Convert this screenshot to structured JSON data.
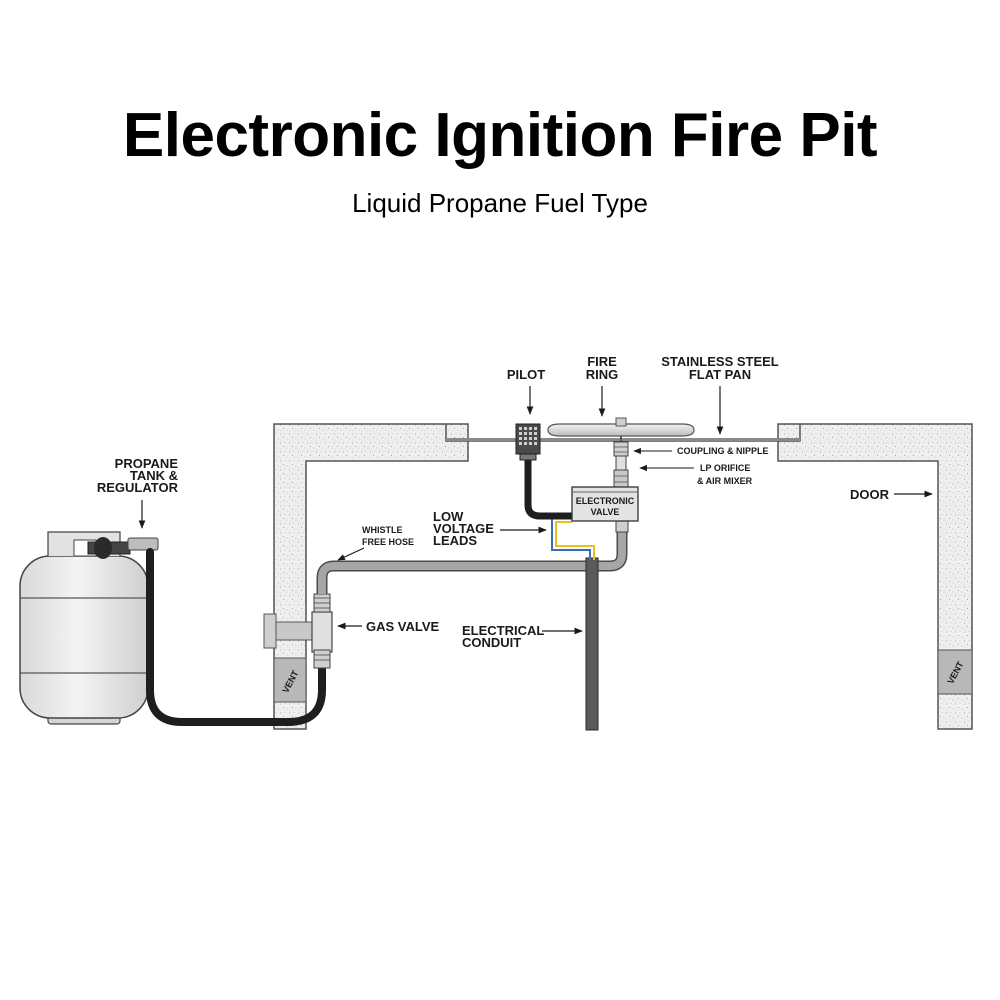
{
  "title": "Electronic Ignition Fire Pit",
  "subtitle": "Liquid Propane Fuel Type",
  "labels": {
    "pilot": "PILOT",
    "fire_ring": [
      "FIRE",
      "RING"
    ],
    "flat_pan": [
      "STAINLESS STEEL",
      "FLAT PAN"
    ],
    "coupling": "COUPLING & NIPPLE",
    "lp_orifice": [
      "LP ORIFICE",
      "& AIR MIXER"
    ],
    "electronic_valve": [
      "ELECTRONIC",
      "VALVE"
    ],
    "low_voltage": [
      "LOW",
      "VOLTAGE",
      "LEADS"
    ],
    "whistle_hose": [
      "WHISTLE",
      "FREE HOSE"
    ],
    "propane_tank": [
      "PROPANE",
      "TANK &",
      "REGULATOR"
    ],
    "gas_valve": "GAS VALVE",
    "electrical_conduit": [
      "ELECTRICAL",
      "CONDUIT"
    ],
    "door": "DOOR",
    "vent_left": "VENT",
    "vent_right": "VENT"
  },
  "colors": {
    "hose_black": "#1e1e1e",
    "pipe_gray": "#a6a6a6",
    "conduit_gray": "#5a5a5a",
    "wall_fill": "#ededed",
    "wire_blue": "#3b6fb5",
    "wire_yellow": "#e6c21e"
  }
}
